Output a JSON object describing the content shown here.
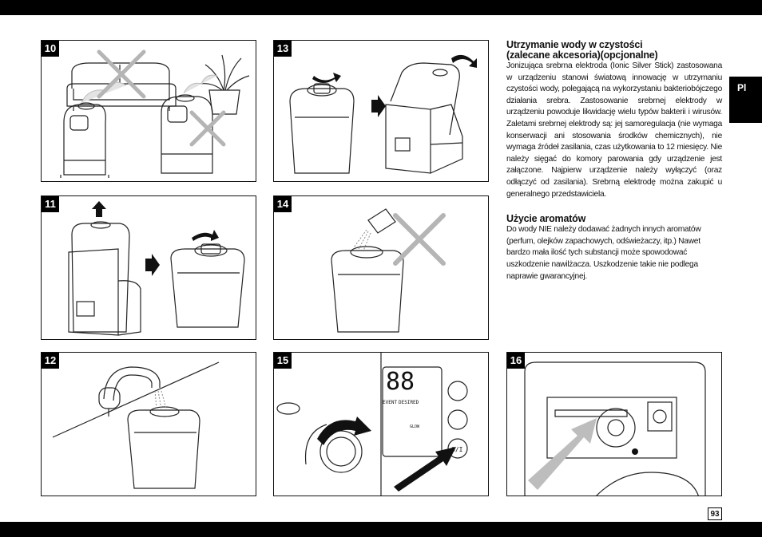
{
  "panels": {
    "p10": "10",
    "p11": "11",
    "p12": "12",
    "p13": "13",
    "p14": "14",
    "p15": "15",
    "p16": "16"
  },
  "display_labels": {
    "digits": "88",
    "event": "EVENT",
    "desired": "DESIRED",
    "glow": "GLOW",
    "power": "O/I"
  },
  "section1": {
    "title_line1": "Utrzymanie wody w czystości",
    "title_line2": "(zalecane akcesoria)(opcjonalne)",
    "body": "Jonizująca srebrna elektroda (Ionic Silver Stick) zastosowana w urządzeniu stanowi światową innowację w utrzymaniu czystości wody, polegającą na wykorzystaniu bakteriobójczego działania srebra. Zastosowanie srebrnej elektrody w urządzeniu powoduje likwidację wielu typów bakterii i wirusów. Zaletami srebrnej elektrody są: jej samoregulacja (nie wymaga konserwacji ani stosowania środków chemicznych), nie wymaga źródeł zasilania, czas użytkowania to 12 miesięcy. Nie należy sięgać do komory parowania gdy urządzenie jest załączone. Najpierw urządzenie należy wyłączyć (oraz odłączyć od zasilania). Srebrną elektrodę można zakupić u generalnego przedstawiciela."
  },
  "section2": {
    "title": "Użycie aromatów",
    "body": "Do wody NIE należy dodawać żadnych innych aromatów (perfum, olejków zapachowych, odświeżaczy, itp.) Nawet bardzo mała ilość tych substancji może spowodować uszkodzenie nawilżacza. Uszkodzenie takie nie podlega naprawie gwarancyjnej."
  },
  "lang_tab": "Pl",
  "page_number": "93"
}
